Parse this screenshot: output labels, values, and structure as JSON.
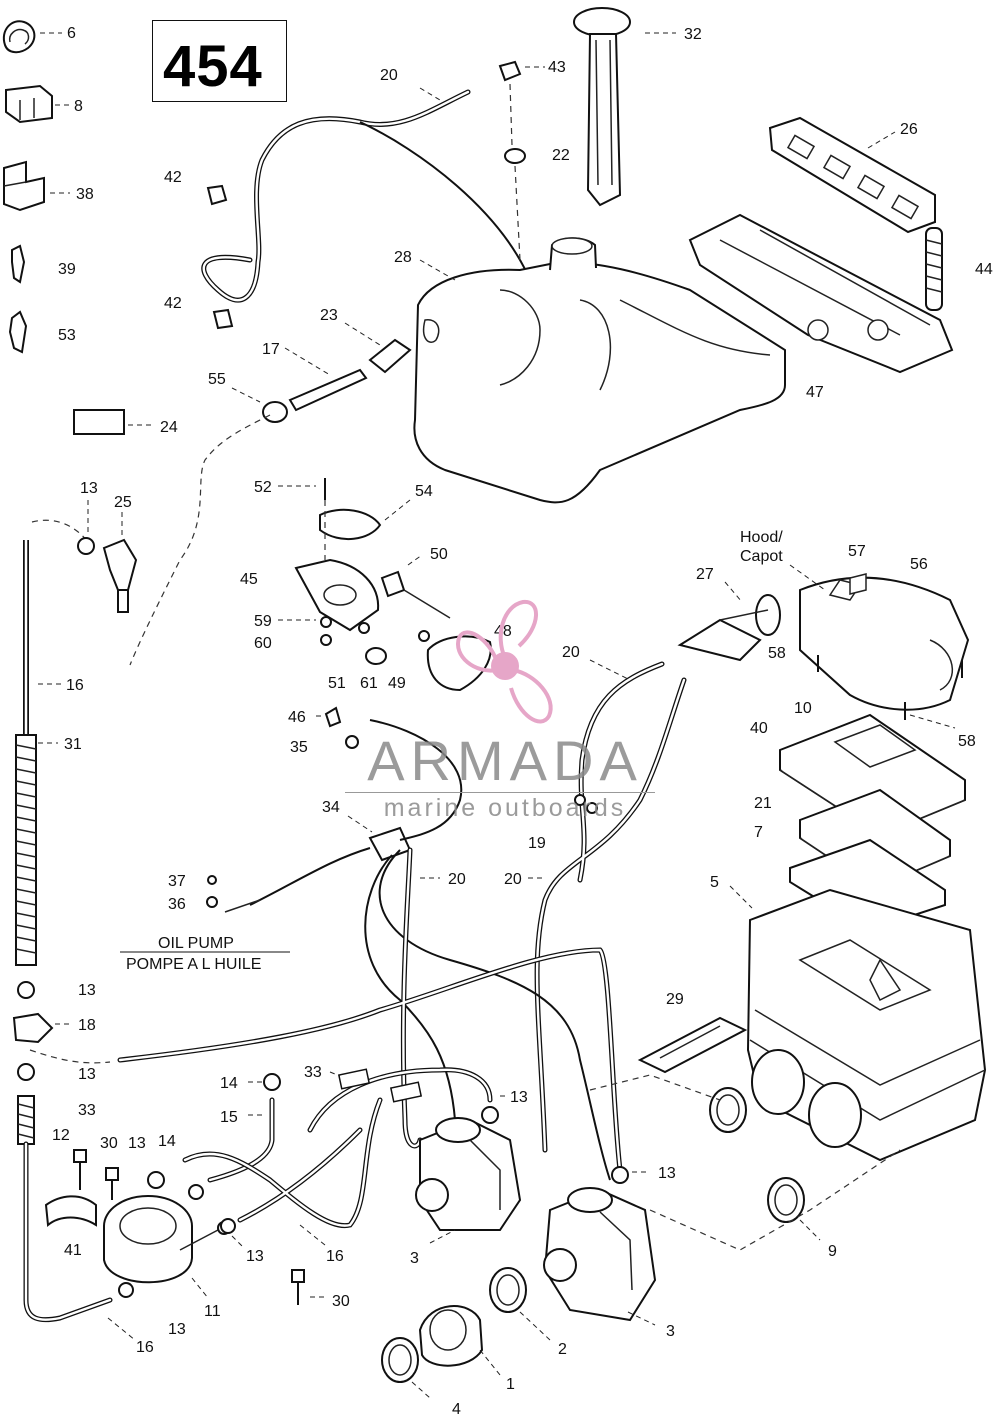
{
  "page_number": "454",
  "watermark": {
    "brand": "ARMADA",
    "tagline": "marine outboards",
    "accent": "#e6a6c8"
  },
  "label": {
    "oil_pump_en": "OIL PUMP",
    "oil_pump_fr": "POMPE A L HUILE",
    "hood_line1": "Hood/",
    "hood_line2": "Capot"
  },
  "callouts": {
    "c6": "6",
    "c8": "8",
    "c38": "38",
    "c39": "39",
    "c53": "53",
    "c20a": "20",
    "c43": "43",
    "c32": "32",
    "c22": "22",
    "c26": "26",
    "c44": "44",
    "c42a": "42",
    "c42b": "42",
    "c28": "28",
    "c23": "23",
    "c17": "17",
    "c55": "55",
    "c47": "47",
    "c24": "24",
    "c13a": "13",
    "c25": "25",
    "c52": "52",
    "c54": "54",
    "c45": "45",
    "c50": "50",
    "c16a": "16",
    "c59": "59",
    "c60": "60",
    "c51": "51",
    "c61": "61",
    "c49": "49",
    "c48": "48",
    "c27": "27",
    "c57": "57",
    "c56": "56",
    "c20b": "20",
    "c58a": "58",
    "c58b": "58",
    "c31": "31",
    "c46": "46",
    "c35": "35",
    "c10": "10",
    "c40": "40",
    "c34": "34",
    "c19": "19",
    "c21": "21",
    "c7": "7",
    "c37": "37",
    "c20c": "20",
    "c20d": "20",
    "c5": "5",
    "c36": "36",
    "c13b": "13",
    "c18": "18",
    "c29": "29",
    "c13c": "13",
    "c33a": "33",
    "c14a": "14",
    "c15": "15",
    "c33b": "33",
    "c13d": "13",
    "c12": "12",
    "c30a": "30",
    "c13e": "13",
    "c14b": "14",
    "c13f": "13",
    "c41": "41",
    "c13g": "13",
    "c16b": "16",
    "c9": "9",
    "c3a": "3",
    "c11": "11",
    "c30b": "30",
    "c13h": "13",
    "c16c": "16",
    "c2": "2",
    "c3b": "3",
    "c1": "1",
    "c4": "4"
  }
}
